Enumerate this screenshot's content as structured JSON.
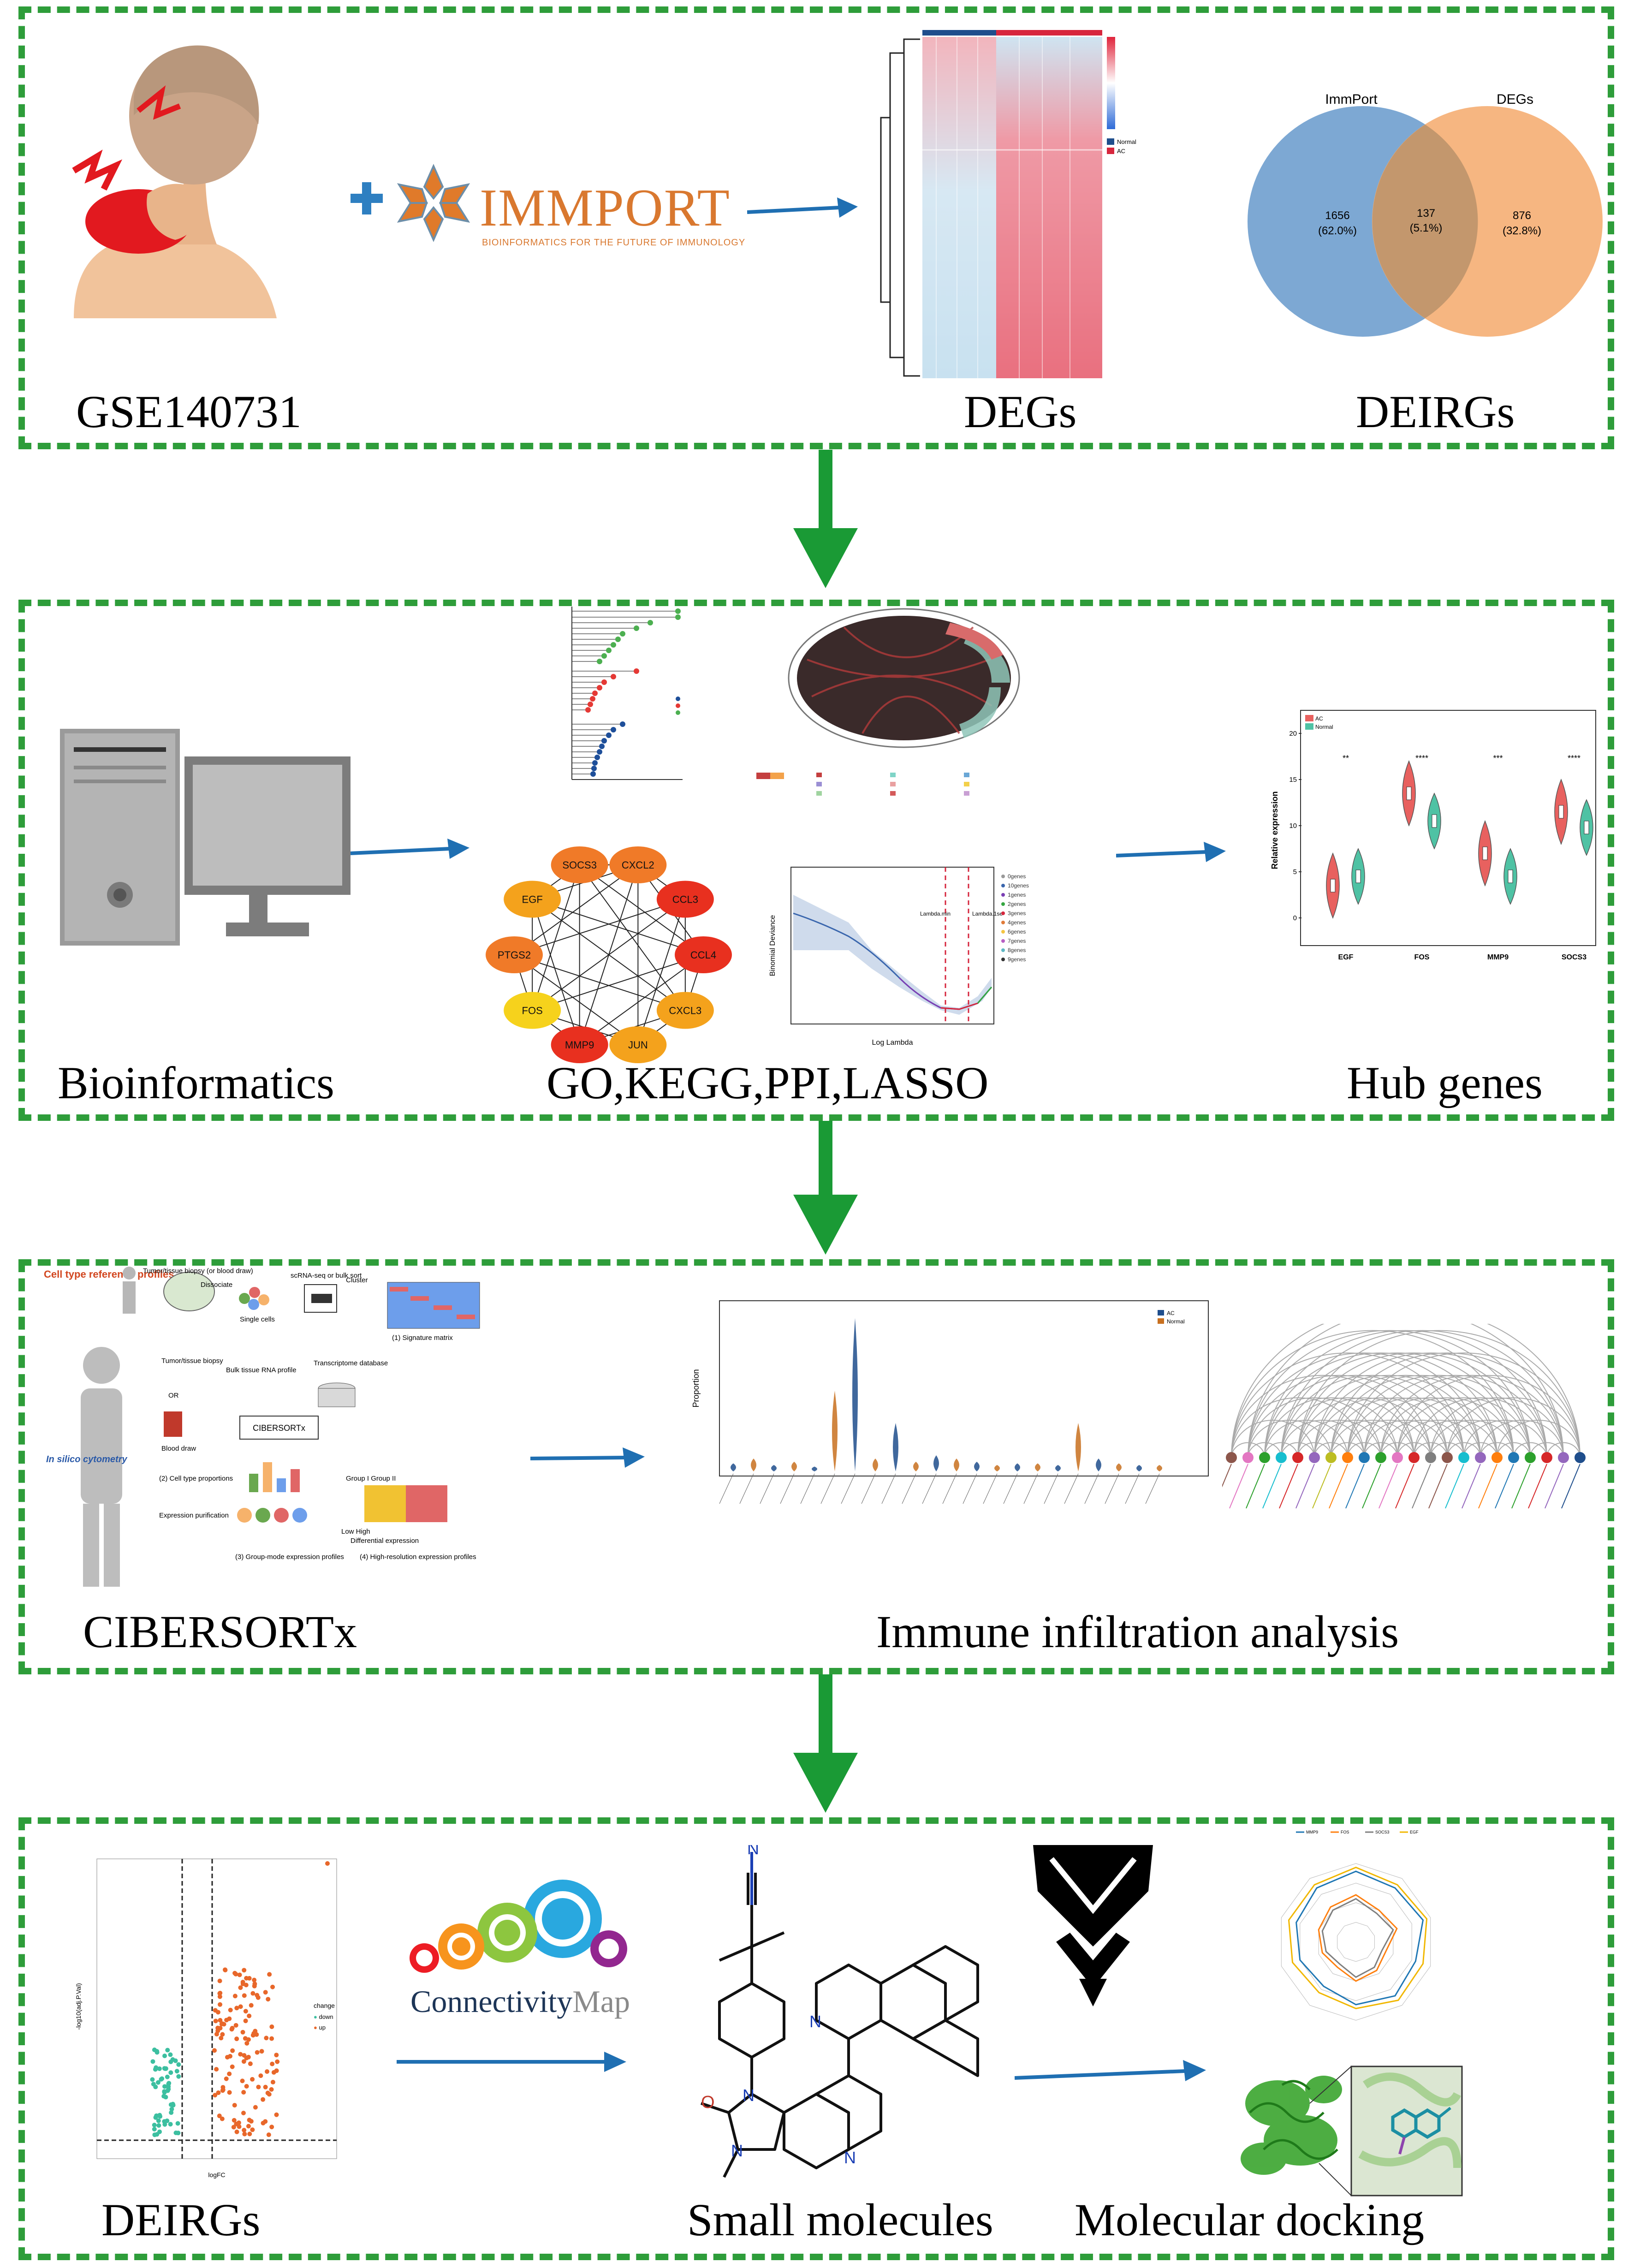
{
  "colors": {
    "panel_border": "#2e9d3a",
    "flow_arrow": "#1a9a35",
    "inner_arrow": "#1f6fb2",
    "ac": "#e8615f",
    "normal": "#2a9d8f"
  },
  "panel1": {
    "captions": [
      "GSE140731",
      "DEGs",
      "DEIRGs"
    ],
    "immport_logo": "IMMPORT",
    "immport_tagline": "BIOINFORMATICS FOR THE FUTURE OF IMMUNOLOGY",
    "heatmap_legend": [
      "Normal",
      "AC"
    ],
    "venn": {
      "left_label": "ImmPort",
      "right_label": "DEGs",
      "left_value": "1656",
      "left_pct": "(62.0%)",
      "mid_value": "137",
      "mid_pct": "(5.1%)",
      "right_value": "876",
      "right_pct": "(32.8%)"
    }
  },
  "panel2": {
    "captions": [
      "Bioinformatics",
      "GO,KEGG,PPI,LASSO",
      "Hub genes"
    ],
    "ppi_nodes": [
      {
        "label": "SOCS3",
        "color": "#f07a28"
      },
      {
        "label": "CXCL2",
        "color": "#f07a28"
      },
      {
        "label": "CCL3",
        "color": "#e8301f"
      },
      {
        "label": "CCL4",
        "color": "#e8301f"
      },
      {
        "label": "CXCL3",
        "color": "#f4a21c"
      },
      {
        "label": "JUN",
        "color": "#f4a21c"
      },
      {
        "label": "MMP9",
        "color": "#e8301f"
      },
      {
        "label": "FOS",
        "color": "#f6d21c"
      },
      {
        "label": "PTGS2",
        "color": "#f07a28"
      },
      {
        "label": "EGF",
        "color": "#f4a21c"
      }
    ],
    "lasso": {
      "xlabel": "Log Lambda",
      "ylabel": "Binomial Deviance",
      "lambda_min": "Lambda.min",
      "lambda_1se": "Lambda.1se",
      "legend": [
        "0genes",
        "10genes",
        "1genes",
        "2genes",
        "3genes",
        "4genes",
        "6genes",
        "7genes",
        "8genes",
        "9genes"
      ]
    },
    "hub_violin": {
      "ylabel": "Relative expression",
      "legend": [
        "AC",
        "Normal"
      ],
      "genes": [
        "EGF",
        "FOS",
        "MMP9",
        "SOCS3"
      ],
      "sig": [
        "**",
        "****",
        "***",
        "****"
      ],
      "yticks": [
        "0",
        "5",
        "10",
        "15",
        "20"
      ]
    }
  },
  "panel3": {
    "captions": [
      "CIBERSORTx",
      "Immune infiltration analysis"
    ],
    "cibersort_labels": {
      "cell_type_ref": "Cell type reference profiles",
      "in_silico": "In silico cytometry",
      "tumor_biopsy": "Tumor/tissue biopsy (or blood draw)",
      "dissociate": "Dissociate",
      "scrna": "scRNA-seq or bulk sort",
      "cluster": "Cluster",
      "single_cells": "Single cells",
      "signature": "(1) Signature matrix",
      "tumor2": "Tumor/tissue biopsy",
      "or": "OR",
      "blood": "Blood draw",
      "bulk": "Bulk tissue RNA profile",
      "transcriptome": "Transcriptome database",
      "cibersortx": "CIBERSORTx",
      "cell_prop": "(2) Cell type proportions",
      "expr_pur": "Expression purification",
      "group": "Group I  Group II",
      "low_high": "Low          High",
      "diff_expr": "Differential expression",
      "group_mode": "(3) Group-mode expression profiles",
      "high_res": "(4) High-resolution expression profiles"
    },
    "immune_violin": {
      "ylabel": "Proportion",
      "legend": [
        "AC",
        "Normal"
      ]
    }
  },
  "panel4": {
    "captions": [
      "DEIRGs",
      "Small molecules",
      "Molecular docking"
    ],
    "volcano": {
      "xlabel": "logFC",
      "ylabel": "-log10(adj.P.Val)",
      "legend_title": "change",
      "legend": [
        "down",
        "up"
      ]
    },
    "cmap_logo_a": "Connectivity",
    "cmap_logo_b": "Map",
    "radar_legend": [
      "MMP9",
      "FOS",
      "SOCS3",
      "EGF"
    ]
  }
}
